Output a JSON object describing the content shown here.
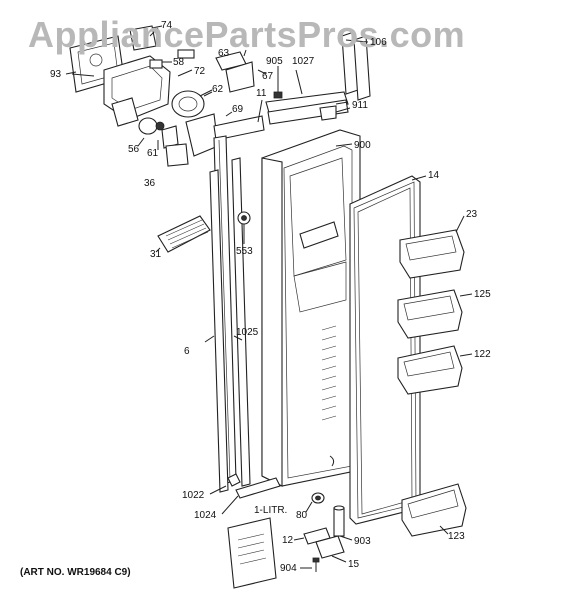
{
  "watermark": "AppliancePartsPros.com",
  "art_number": "(ART NO. WR19684 C9)",
  "callouts": {
    "c74": "74",
    "c93": "93",
    "c58": "58",
    "c72": "72",
    "c63": "63",
    "c67": "67",
    "c905": "905",
    "c1027": "1027",
    "c106": "106",
    "c62": "62",
    "c911": "911",
    "c69": "69",
    "c11": "11",
    "c56": "56",
    "c61": "61",
    "c900": "900",
    "c36": "36",
    "c14": "14",
    "c23": "23",
    "c31": "31",
    "c553": "553",
    "c125": "125",
    "c1025": "1025",
    "c6": "6",
    "c122": "122",
    "c1022": "1022",
    "c1024": "1024",
    "c80": "80",
    "c1litr": "1-LITR.",
    "c12": "12",
    "c903": "903",
    "c123": "123",
    "c904": "904",
    "c15": "15"
  }
}
